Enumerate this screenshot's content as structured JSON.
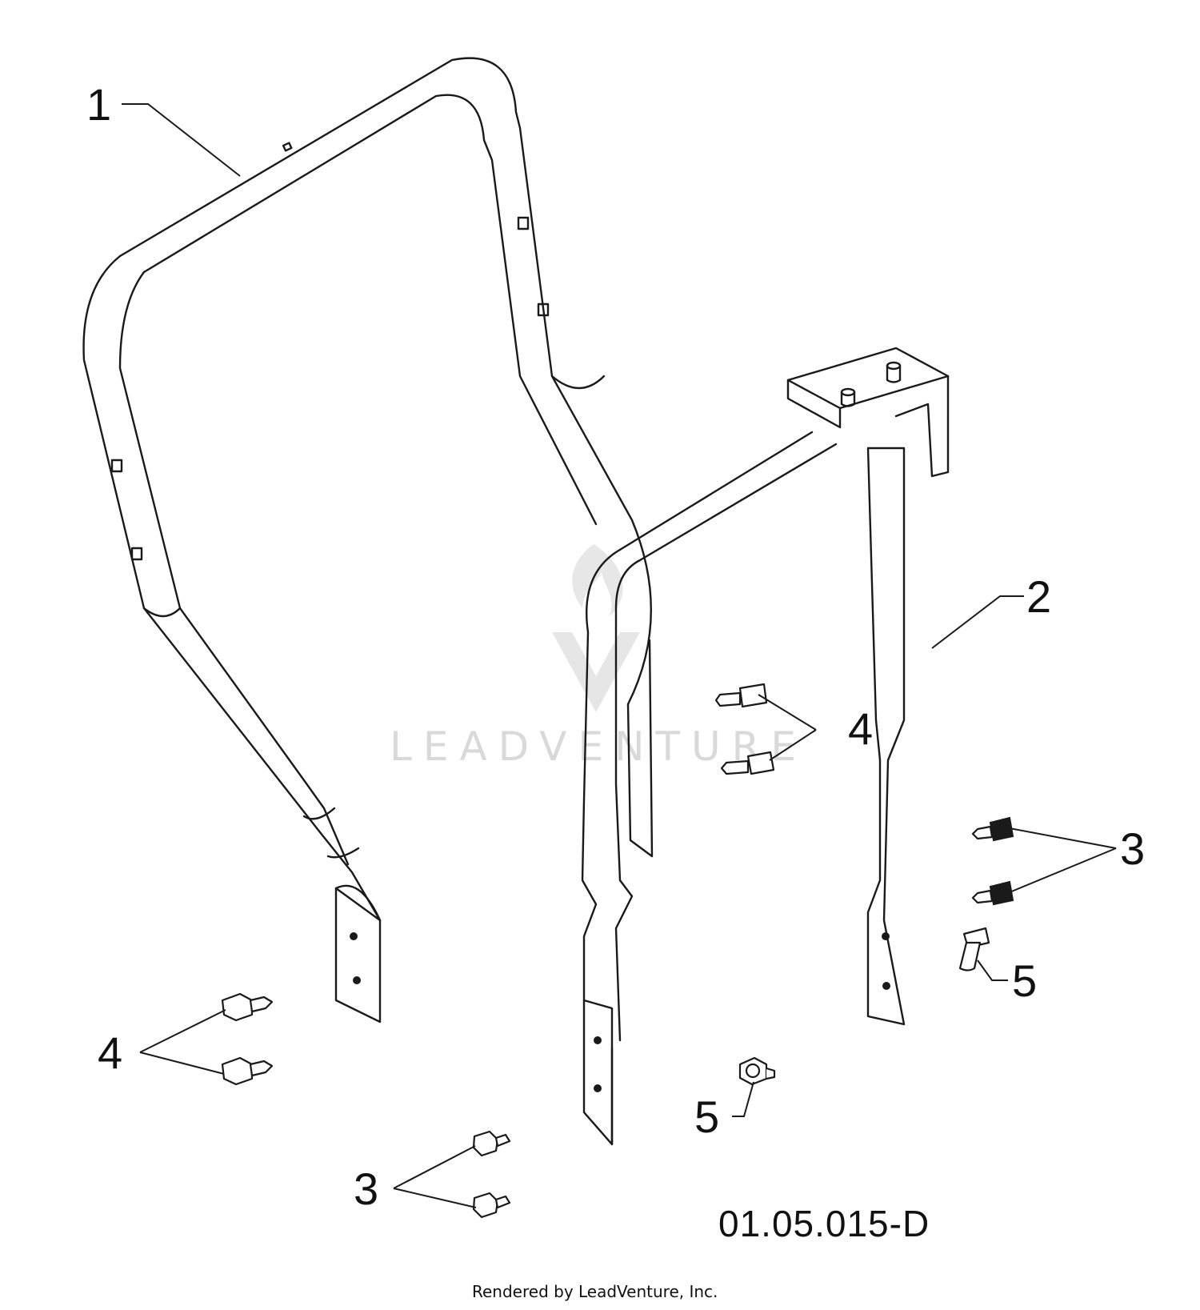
{
  "diagram": {
    "callouts": [
      {
        "id": "1"
      },
      {
        "id": "2"
      },
      {
        "id": "3"
      },
      {
        "id": "3"
      },
      {
        "id": "4"
      },
      {
        "id": "4"
      },
      {
        "id": "5"
      },
      {
        "id": "5"
      }
    ],
    "drawing_code": "01.05.015-D",
    "watermark": "LEADVENTURE",
    "footer": "Rendered by LeadVenture, Inc."
  }
}
